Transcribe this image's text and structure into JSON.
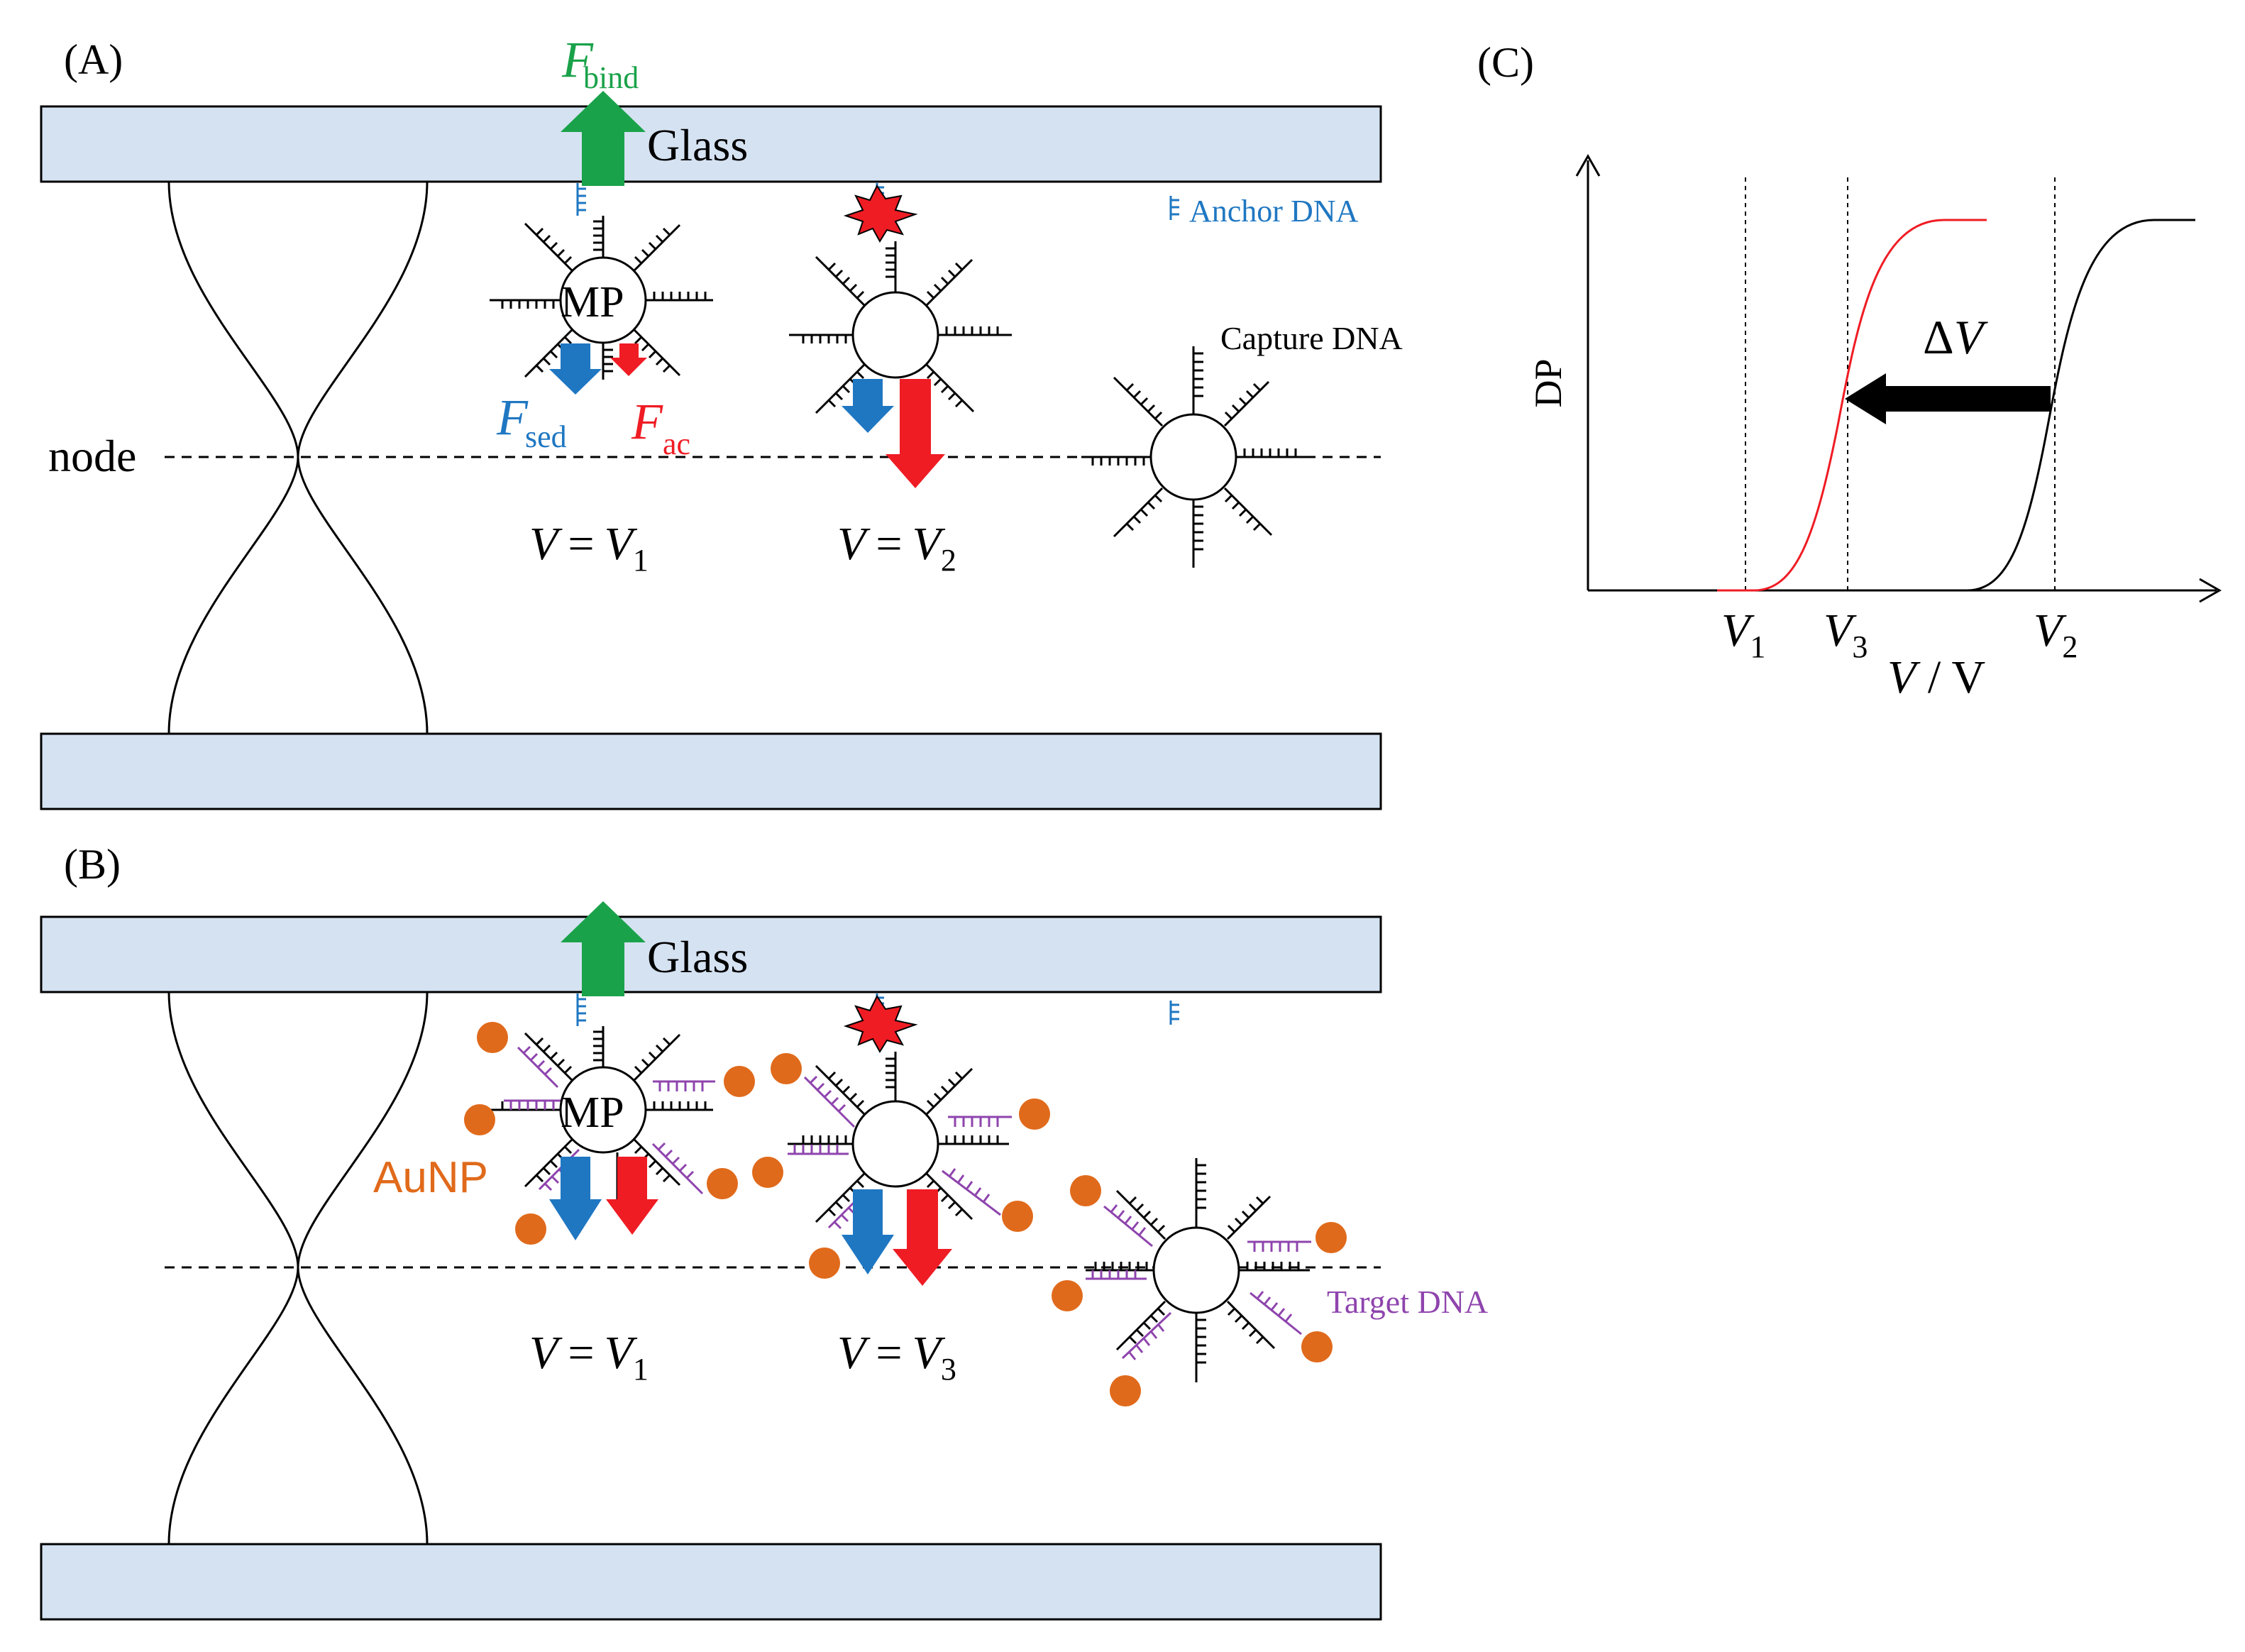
{
  "panels": {
    "a": {
      "label": "(A)"
    },
    "b": {
      "label": "(B)"
    },
    "c": {
      "label": "(C)"
    }
  },
  "labels": {
    "glass": "Glass",
    "anchor_dna": "Anchor DNA",
    "capture_dna": "Capture DNA",
    "target_dna": "Target DNA",
    "node": "node",
    "mp": "MP",
    "aunp": "AuNP"
  },
  "forces": {
    "bind": {
      "symbol": "F",
      "subscript": "bind"
    },
    "sed": {
      "symbol": "F",
      "subscript": "sed"
    },
    "ac": {
      "symbol": "F",
      "subscript": "ac"
    }
  },
  "voltages": {
    "a_left": {
      "lhs": "V",
      "eq": "=",
      "sym": "V",
      "sub": "1"
    },
    "a_right": {
      "lhs": "V",
      "eq": "=",
      "sym": "V",
      "sub": "2"
    },
    "b_left": {
      "lhs": "V",
      "eq": "=",
      "sym": "V",
      "sub": "1"
    },
    "b_right": {
      "lhs": "V",
      "eq": "=",
      "sym": "V",
      "sub": "3"
    }
  },
  "plot": {
    "ylabel": "DP",
    "xlabel_sym": "V",
    "xlabel_unit": " / V",
    "delta": "Δ",
    "delta_sym": "V",
    "ticks": [
      {
        "sym": "V",
        "sub": "1"
      },
      {
        "sym": "V",
        "sub": "3"
      },
      {
        "sym": "V",
        "sub": "2"
      }
    ]
  },
  "colors": {
    "glass_fill": "#d5e2f2",
    "bind_arrow": "#1aa24a",
    "sed_arrow": "#1f77c2",
    "ac_arrow": "#ef1c24",
    "anchor": "#1f77c2",
    "target": "#8e44ad",
    "aunp": "#e06a1b",
    "curve_after": "#ef1c24",
    "curve_before": "#000000"
  }
}
